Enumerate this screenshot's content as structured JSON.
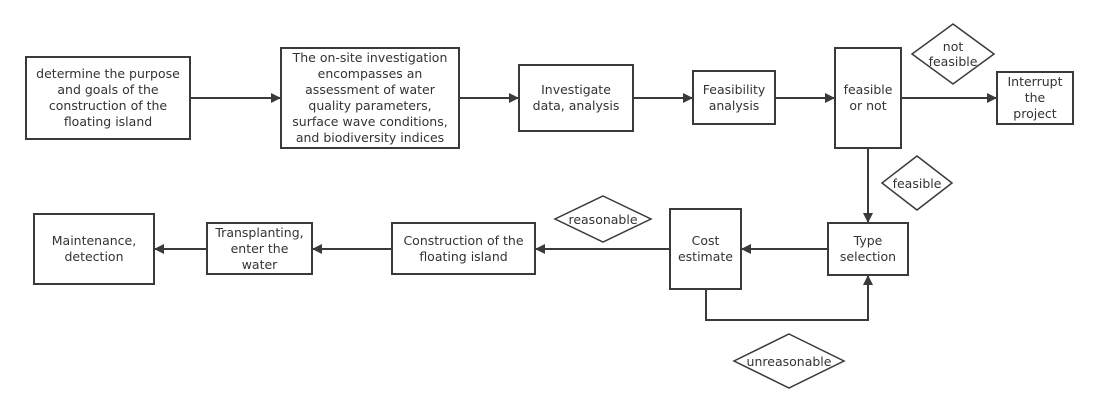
{
  "diagram": {
    "type": "flowchart",
    "nodes": [
      {
        "id": "purpose",
        "label": "determine the purpose and goals of the construction of the floating island"
      },
      {
        "id": "investigation",
        "label": "The on-site investigation encompasses an assessment of water quality parameters, surface wave conditions, and biodiversity indices"
      },
      {
        "id": "investigate_data",
        "label": "Investigate data, analysis"
      },
      {
        "id": "feasibility",
        "label": "Feasibility analysis"
      },
      {
        "id": "feasible_or_not",
        "label": "feasible or not"
      },
      {
        "id": "interrupt",
        "label": "Interrupt the project"
      },
      {
        "id": "type_selection",
        "label": "Type selection"
      },
      {
        "id": "cost_estimate",
        "label": "Cost estimate"
      },
      {
        "id": "construction",
        "label": "Construction of the floating island"
      },
      {
        "id": "transplanting",
        "label": "Transplanting, enter the water"
      },
      {
        "id": "maintenance",
        "label": "Maintenance, detection"
      }
    ],
    "conditions": [
      {
        "id": "not_feasible",
        "label": "not feasible"
      },
      {
        "id": "feasible",
        "label": "feasible"
      },
      {
        "id": "reasonable",
        "label": "reasonable"
      },
      {
        "id": "unreasonable",
        "label": "unreasonable"
      }
    ],
    "edges": [
      {
        "from": "purpose",
        "to": "investigation"
      },
      {
        "from": "investigation",
        "to": "investigate_data"
      },
      {
        "from": "investigate_data",
        "to": "feasibility"
      },
      {
        "from": "feasibility",
        "to": "feasible_or_not"
      },
      {
        "from": "feasible_or_not",
        "to": "interrupt",
        "condition": "not feasible"
      },
      {
        "from": "feasible_or_not",
        "to": "type_selection",
        "condition": "feasible"
      },
      {
        "from": "type_selection",
        "to": "cost_estimate"
      },
      {
        "from": "cost_estimate",
        "to": "construction",
        "condition": "reasonable"
      },
      {
        "from": "cost_estimate",
        "to": "type_selection",
        "condition": "unreasonable"
      },
      {
        "from": "construction",
        "to": "transplanting"
      },
      {
        "from": "transplanting",
        "to": "maintenance"
      }
    ]
  }
}
